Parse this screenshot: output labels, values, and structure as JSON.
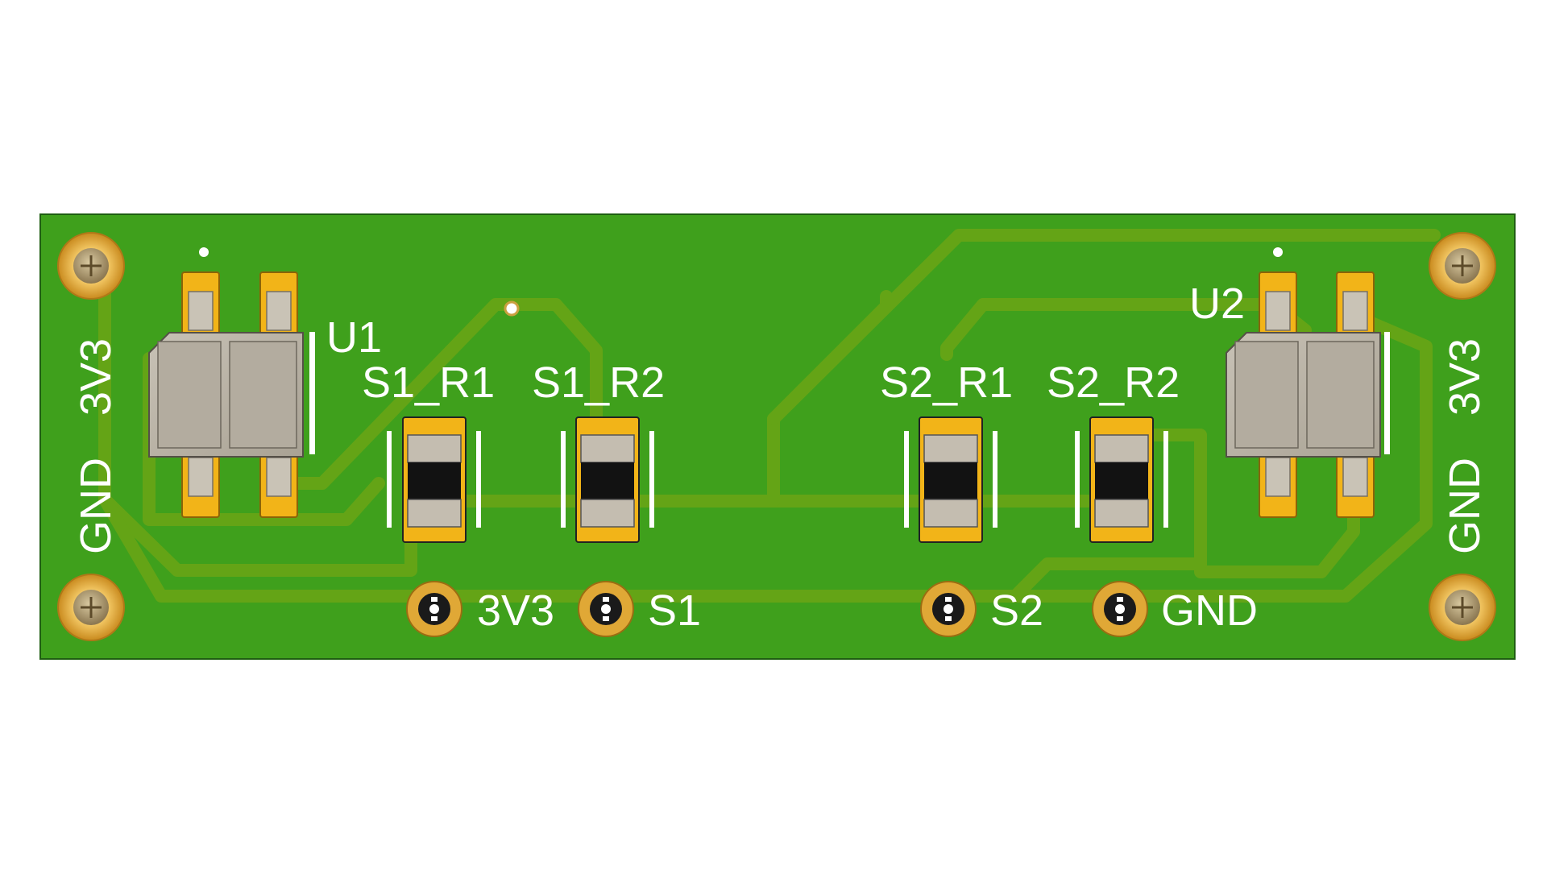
{
  "colors": {
    "background": "#ffffff",
    "board": "#3fa01c",
    "board_edge": "#1f5e12",
    "trace": "#64a416",
    "silkscreen": "#ffffff",
    "pad_gold": "#f2b418",
    "body_grey": "#b8b1a4",
    "resistor_black": "#121212",
    "ring_gold": "#e0a836"
  },
  "labels": {
    "u1": "U1",
    "u2": "U2",
    "s1_r1": "S1_R1",
    "s1_r2": "S1_R2",
    "s2_r1": "S2_R1",
    "s2_r2": "S2_R2",
    "tp_3v3": "3V3",
    "tp_s1": "S1",
    "tp_s2": "S2",
    "tp_gnd": "GND",
    "left_3v3": "3V3",
    "left_gnd": "GND",
    "right_3v3": "3V3",
    "right_gnd": "GND"
  }
}
